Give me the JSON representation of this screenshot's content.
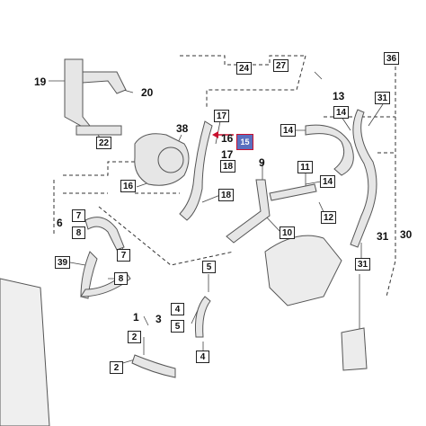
{
  "callouts": {
    "c1": "1",
    "c2": "2",
    "c2b": "2",
    "c3": "3",
    "c4": "4",
    "c4b": "4",
    "c5": "5",
    "c5b": "5",
    "c6": "6",
    "c7": "7",
    "c7b": "7",
    "c8": "8",
    "c8b": "8",
    "c9": "9",
    "c10": "10",
    "c11": "11",
    "c12": "12",
    "c13": "13",
    "c14a": "14",
    "c14b": "14",
    "c14c": "14",
    "c15": "15",
    "c16": "16",
    "c16b": "16",
    "c17": "17",
    "c17b": "17",
    "c18": "18",
    "c18b": "18",
    "c19": "19",
    "c20": "20",
    "c22": "22",
    "c24": "24",
    "c27": "27",
    "c30": "30",
    "c31a": "31",
    "c31b": "31",
    "c31c": "31",
    "c36": "36",
    "c38": "38",
    "c39": "39"
  },
  "colors": {
    "highlight": "#5a6fbf",
    "highlight_border": "#c8102e",
    "arrow": "#c8102e"
  }
}
